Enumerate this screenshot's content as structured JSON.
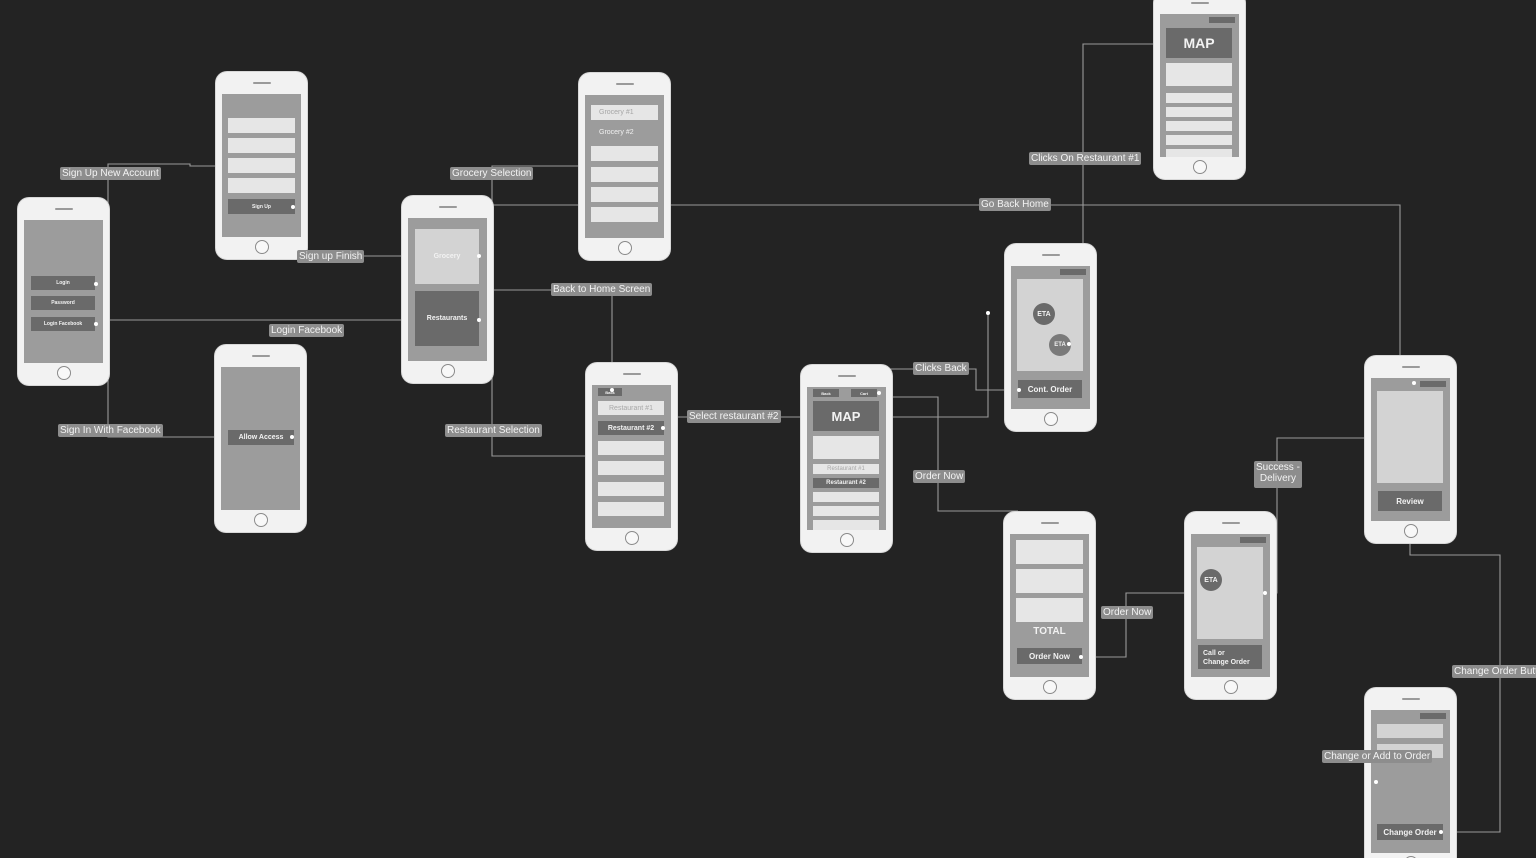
{
  "connection_labels": {
    "sign_up_new_account": "Sign Up New Account",
    "sign_up_finish": "Sign up Finish",
    "login_facebook": "Login Facebook",
    "sign_in_with_facebook": "Sign In With Facebook",
    "grocery_selection": "Grocery  Selection",
    "back_to_home_screen": "Back to Home Screen",
    "restaurant_selection": "Restaurant Selection",
    "select_restaurant_2": "Select restaurant #2",
    "clicks_back": "Clicks Back",
    "order_now_1": "Order Now",
    "clicks_on_restaurant_1": "Clicks On Restaurant #1",
    "go_back_home": "Go Back Home",
    "order_now_2": "Order Now",
    "success_delivery_line1": "Success -",
    "success_delivery_line2": "Delivery",
    "change_order_button": "Change Order Butt",
    "change_or_add_to_order": "Change or Add to Order"
  },
  "screens": {
    "login": {
      "login": "Login",
      "password": "Password",
      "login_facebook": "Login Facebook"
    },
    "signup": {
      "sign_up": "Sign Up"
    },
    "allow_access": {
      "allow_access": "Allow Access"
    },
    "home": {
      "grocery": "Grocery",
      "restaurants": "Restaurants"
    },
    "grocery_list": {
      "grocery_1": "Grocery #1",
      "grocery_2": "Grocery #2"
    },
    "restaurant_list": {
      "back": "Back",
      "restaurant_1": "Restaurant #1",
      "restaurant_2": "Restaurant #2"
    },
    "restaurant_detail": {
      "back": "Back",
      "cart": "Cart",
      "map": "MAP",
      "restaurant_1": "Restaurant #1",
      "restaurant_2": "Restaurant #2"
    },
    "cart": {
      "total": "TOTAL",
      "order_now": "Order Now"
    },
    "eta_tracking": {
      "eta_1": "ETA",
      "eta_2": "ETA",
      "cont_order": "Cont. Order"
    },
    "map_detail": {
      "map": "MAP"
    },
    "delivery_status": {
      "eta": "ETA",
      "call_or_change_line1": "Call or",
      "call_or_change_line2": "Change Order"
    },
    "review": {
      "review": "Review"
    },
    "change_order": {
      "change_order": "Change Order"
    }
  },
  "colors": {
    "background": "#232323",
    "phone_body": "#f2f2f2",
    "screen": "#9c9c9c",
    "wire": "#9a9a9a",
    "label_bg": "#8d8d8d"
  }
}
